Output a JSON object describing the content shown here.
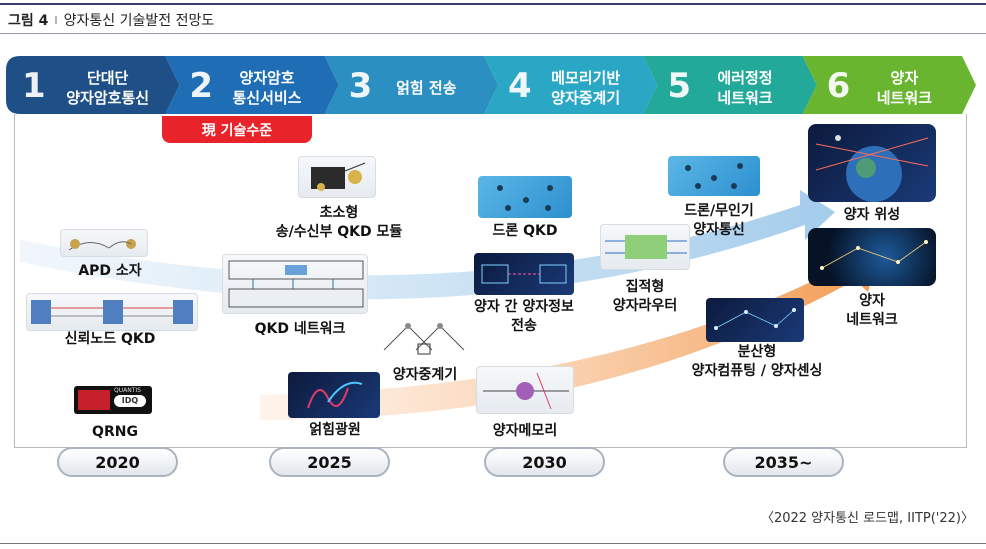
{
  "figure": {
    "number": "그림 4",
    "separator": "I",
    "title": "양자통신 기술발전 전망도"
  },
  "stages": [
    {
      "number": "1",
      "label": "단대단\n양자암호통신",
      "color": "#1e4f86"
    },
    {
      "number": "2",
      "label": "양자암호\n통신서비스",
      "color": "#1e6db5"
    },
    {
      "number": "3",
      "label": "얽힘 전송",
      "color": "#2b8fc1"
    },
    {
      "number": "4",
      "label": "메모리기반\n양자중계기",
      "color": "#2aa7c4"
    },
    {
      "number": "5",
      "label": "에러정정\n네트워크",
      "color": "#23a99a"
    },
    {
      "number": "6",
      "label": "양자\n네트워크",
      "color": "#6ab52f"
    }
  ],
  "current_level_badge": "現 기술수준",
  "items": {
    "apd": "APD 소자",
    "trusted_node_qkd": "신뢰노드 QKD",
    "qrng": "QRNG",
    "ultra_small_module": "초소형\n송/수신부 QKD 모듈",
    "qkd_network": "QKD 네트워크",
    "repeater": "양자중계기",
    "entangled_source": "얽힘광원",
    "drone_qkd": "드론 QKD",
    "quantum_info_transfer": "양자 간 양자정보\n전송",
    "quantum_memory": "양자메모리",
    "drone_unmanned": "드론/무인기\n양자통신",
    "integrated_router": "집적형\n양자라우터",
    "distributed": "분산형\n양자컴퓨팅 / 양자센싱",
    "quantum_satellite": "양자 위성",
    "quantum_network": "양자\n네트워크"
  },
  "image_texts": {
    "qrng_brand": "QUANTIS",
    "qrng_logo": "IDQ"
  },
  "years": [
    "2020",
    "2025",
    "2030",
    "2035~"
  ],
  "source": "〈2022 양자통신 로드맵, IITP('22)〉",
  "colors": {
    "current_badge": "#e8232a",
    "arrow_blue": "#b7d7ef",
    "arrow_orange": "#f3a35e"
  }
}
